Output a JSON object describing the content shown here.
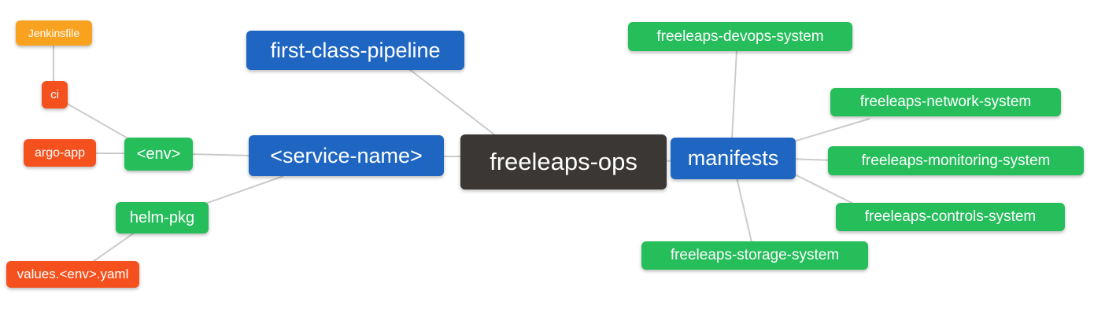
{
  "colors": {
    "background": "#FFFFFF",
    "edge": "#CBCBCB",
    "text": "#FFFFFF",
    "root_bg": "#3B3735",
    "branch_bg": "#1E66C2",
    "green_bg": "#25BE5B",
    "red_bg": "#F5511E",
    "orange_bg": "#F9A21F"
  },
  "mindmap": {
    "root": "freeleaps_ops",
    "nodes": {
      "freeleaps_ops": {
        "label": "freeleaps-ops"
      },
      "first_class_pipeline": {
        "label": "first-class-pipeline"
      },
      "service_name": {
        "label": "<service-name>"
      },
      "manifests": {
        "label": "manifests"
      },
      "env": {
        "label": "<env>"
      },
      "helm_pkg": {
        "label": "helm-pkg"
      },
      "ci": {
        "label": "ci"
      },
      "argo_app": {
        "label": "argo-app"
      },
      "jenkinsfile": {
        "label": "Jenkinsfile"
      },
      "values_env_yaml": {
        "label": "values.<env>.yaml"
      },
      "devops_system": {
        "label": "freeleaps-devops-system"
      },
      "network_system": {
        "label": "freeleaps-network-system"
      },
      "monitoring_system": {
        "label": "freeleaps-monitoring-system"
      },
      "controls_system": {
        "label": "freeleaps-controls-system"
      },
      "storage_system": {
        "label": "freeleaps-storage-system"
      }
    },
    "edges": [
      {
        "from": "freeleaps_ops",
        "to": "first_class_pipeline"
      },
      {
        "from": "freeleaps_ops",
        "to": "service_name"
      },
      {
        "from": "freeleaps_ops",
        "to": "manifests"
      },
      {
        "from": "service_name",
        "to": "env"
      },
      {
        "from": "service_name",
        "to": "helm_pkg"
      },
      {
        "from": "env",
        "to": "ci"
      },
      {
        "from": "env",
        "to": "argo_app"
      },
      {
        "from": "ci",
        "to": "jenkinsfile"
      },
      {
        "from": "helm_pkg",
        "to": "values_env_yaml"
      },
      {
        "from": "manifests",
        "to": "devops_system"
      },
      {
        "from": "manifests",
        "to": "network_system"
      },
      {
        "from": "manifests",
        "to": "monitoring_system"
      },
      {
        "from": "manifests",
        "to": "controls_system"
      },
      {
        "from": "manifests",
        "to": "storage_system"
      }
    ]
  }
}
